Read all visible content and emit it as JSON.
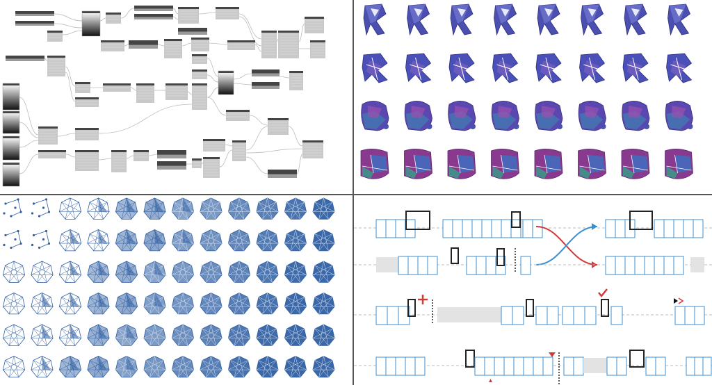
{
  "figure": {
    "panels": [
      {
        "id": "node-graph",
        "kind": "visual-program-node-graph"
      },
      {
        "id": "shape-evolution",
        "kind": "shape-grid",
        "rows": 4,
        "columns": 8
      },
      {
        "id": "polyhedra-evolution",
        "kind": "polyhedron-grid",
        "rows": 6,
        "columns": 12
      },
      {
        "id": "genome-operations",
        "kind": "sequence-diagram",
        "rows": 4
      }
    ],
    "colors": {
      "divider": "#555555",
      "node_header": "#444444",
      "node_body": "#c9c9c9",
      "wire": "#bbbbbb",
      "shape_blue": "#3a3f9e",
      "shape_purple": "#8a3f9e",
      "poly_blue": "#2f5fa3",
      "gene_blue": "#3a8fd0",
      "marker_red": "#d03a3a",
      "gap_gray": "#e3e3e3"
    }
  }
}
